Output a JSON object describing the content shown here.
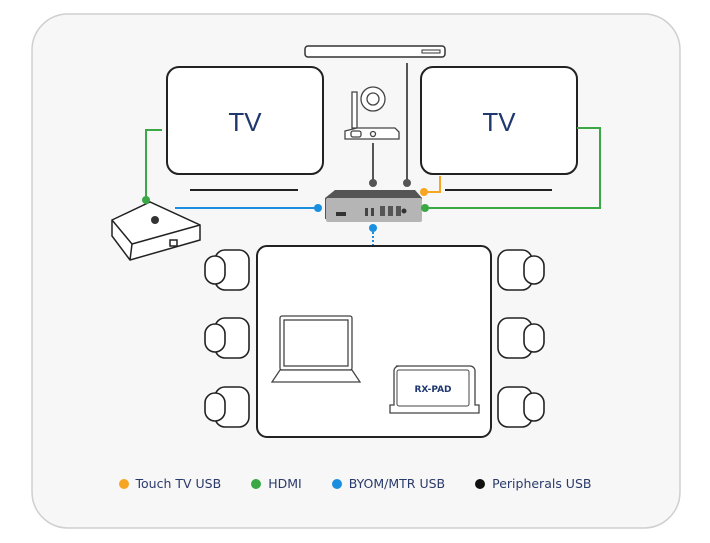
{
  "devices": {
    "tv_left_label": "TV",
    "tv_right_label": "TV",
    "touch_panel_label": "RX-PAD"
  },
  "colors": {
    "touch_tv_usb": "#f6a623",
    "hdmi": "#3aa845",
    "byom_mtr_usb": "#1a8fe0",
    "peripherals_usb": "#111111",
    "text": "#1f3870"
  },
  "legend": [
    {
      "label": "Touch TV USB",
      "color": "#f6a623"
    },
    {
      "label": "HDMI",
      "color": "#3aa845"
    },
    {
      "label": "BYOM/MTR USB",
      "color": "#1a8fe0"
    },
    {
      "label": "Peripherals USB",
      "color": "#111111"
    }
  ]
}
